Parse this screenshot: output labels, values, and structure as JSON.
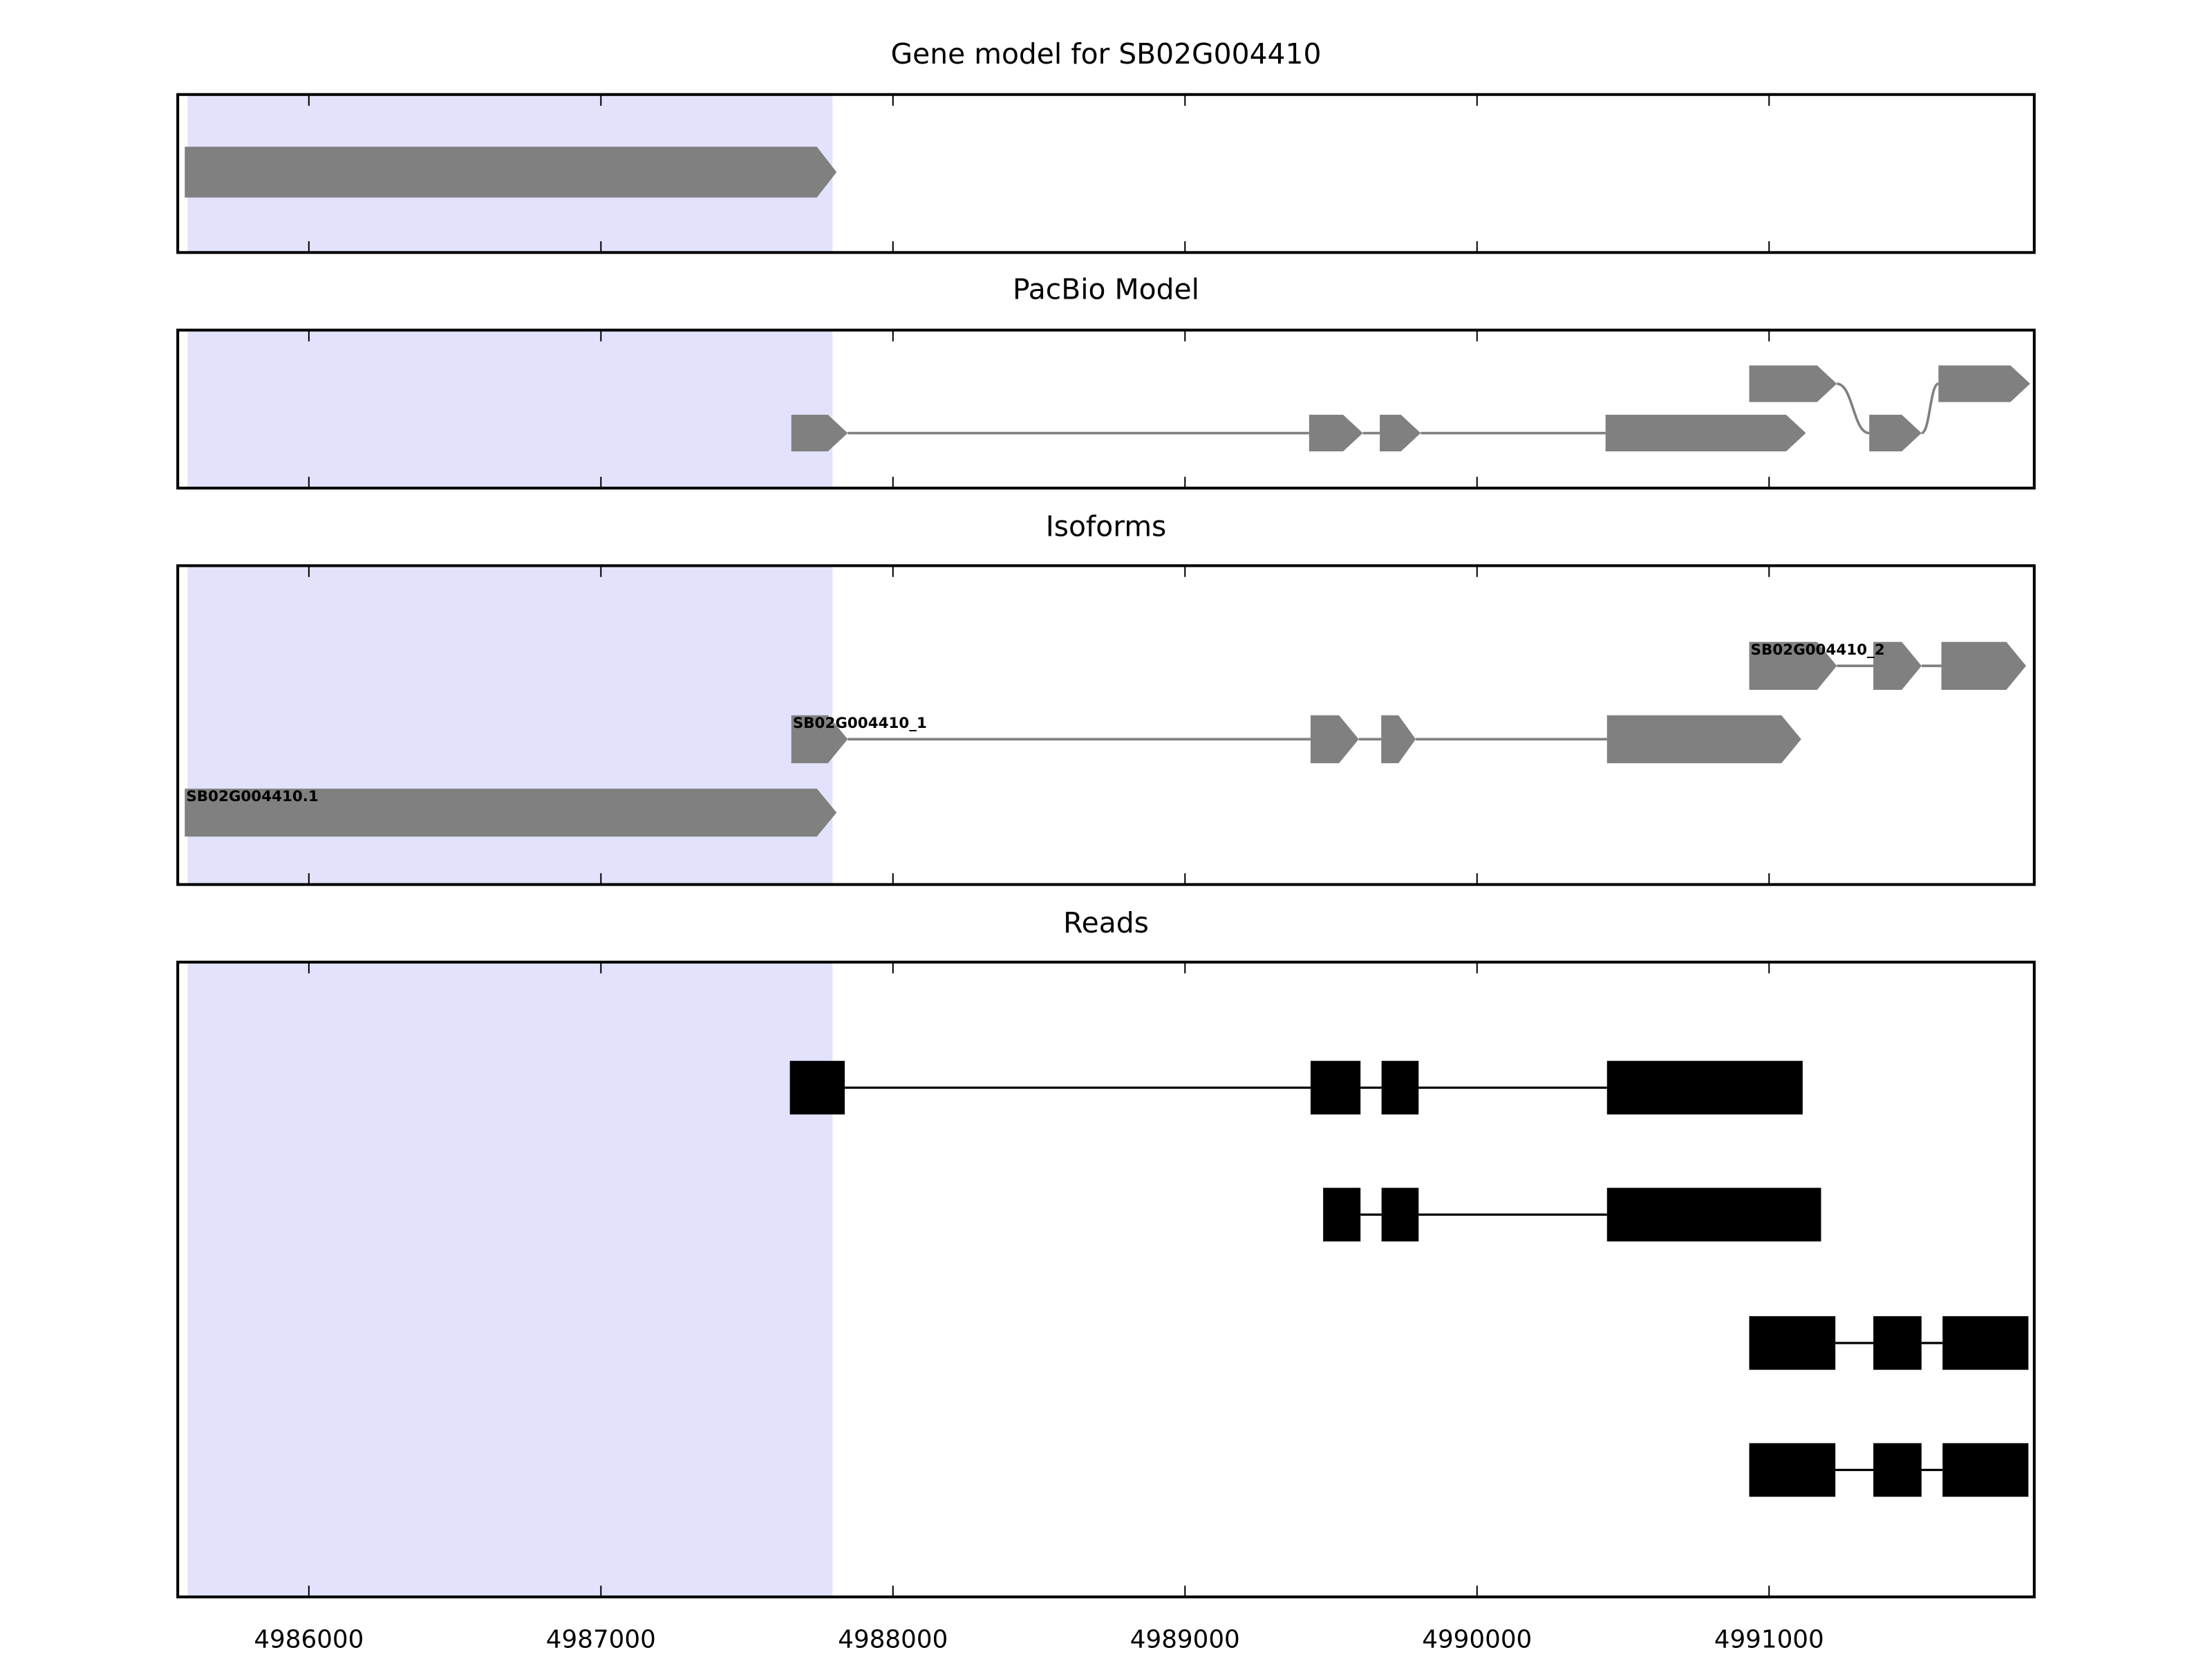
{
  "chart_data": {
    "type": "gene-track",
    "xlim": [
      4985551,
      4991908
    ],
    "xticks": [
      4986000,
      4987000,
      4988000,
      4989000,
      4990000,
      4991000
    ],
    "xtick_labels": [
      "4986000",
      "4987000",
      "4988000",
      "4989000",
      "4990000",
      "4991000"
    ],
    "highlight": {
      "start": 4985585,
      "end": 4987793,
      "color": "#e2e2fc"
    },
    "feature_color": "#808080",
    "read_color": "#000000",
    "panels": [
      {
        "title": "Gene model for SB02G004410",
        "kind": "gene",
        "groups": [
          {
            "level": 0,
            "exons": [
              [
                4985575,
                4987807
              ]
            ]
          }
        ]
      },
      {
        "title": "PacBio Model",
        "kind": "pacbio",
        "groups": [
          {
            "exons": [
              [
                4987652,
                4987845,
                0
              ],
              [
                4989425,
                4989609,
                0
              ],
              [
                4989667,
                4989807,
                0
              ],
              [
                4990440,
                4991126,
                0
              ]
            ]
          },
          {
            "exons": [
              [
                4990932,
                4991232,
                1
              ],
              [
                4991343,
                4991522,
                0
              ],
              [
                4991580,
                4991894,
                1
              ]
            ]
          }
        ]
      },
      {
        "title": "Isoforms",
        "kind": "isoforms",
        "groups": [
          {
            "label": "SB02G004410.1",
            "level": 0,
            "exons": [
              [
                4985575,
                4987807
              ]
            ]
          },
          {
            "label": "SB02G004410_1",
            "level": 1,
            "exons": [
              [
                4987652,
                4987845
              ],
              [
                4989430,
                4989595
              ],
              [
                4989672,
                4989790
              ],
              [
                4990445,
                4991110
              ]
            ]
          },
          {
            "label": "SB02G004410_2",
            "level": 2,
            "exons": [
              [
                4990932,
                4991232
              ],
              [
                4991357,
                4991522
              ],
              [
                4991590,
                4991880
              ]
            ]
          }
        ]
      },
      {
        "title": "Reads",
        "kind": "reads",
        "groups": [
          {
            "level": 0,
            "exons": [
              [
                4987647,
                4987835
              ],
              [
                4989430,
                4989601
              ],
              [
                4989673,
                4989800
              ],
              [
                4990445,
                4991115
              ]
            ]
          },
          {
            "level": 1,
            "exons": [
              [
                4989473,
                4989601
              ],
              [
                4989673,
                4989800
              ],
              [
                4990445,
                4991178
              ]
            ]
          },
          {
            "level": 2,
            "exons": [
              [
                4990932,
                4991227
              ],
              [
                4991357,
                4991522
              ],
              [
                4991594,
                4991888
              ]
            ]
          },
          {
            "level": 3,
            "exons": [
              [
                4990932,
                4991227
              ],
              [
                4991357,
                4991522
              ],
              [
                4991594,
                4991888
              ]
            ]
          }
        ]
      }
    ]
  }
}
